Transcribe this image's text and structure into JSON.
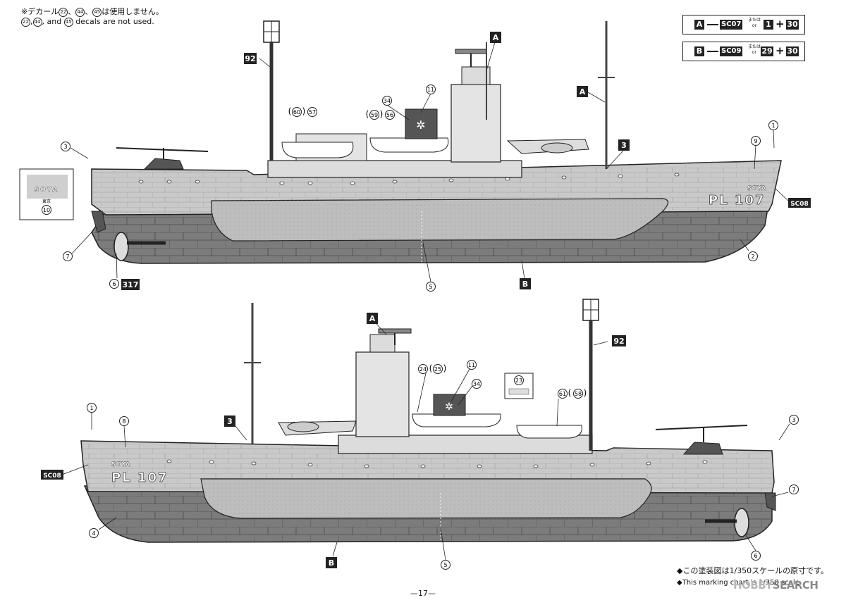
{
  "note": {
    "ja_prefix": "※デカール",
    "ja_num1": "22",
    "ja_sep": "、",
    "ja_num2": "44",
    "ja_sep2": "、",
    "ja_num3": "45",
    "ja_suffix": "は使用しません。",
    "en_num1": "22",
    "en_comma": ",",
    "en_num2": "44",
    "en_and": ", and",
    "en_num3": "45",
    "en_suffix": "decals are not used."
  },
  "legend": [
    {
      "letter": "A",
      "code": "SC07",
      "or_ja": "または",
      "or_en": "or",
      "n1": "1",
      "plus": "+",
      "n2": "30"
    },
    {
      "letter": "B",
      "code": "SC09",
      "or_ja": "または",
      "or_en": "or",
      "n1": "29",
      "plus": "+",
      "n2": "30"
    }
  ],
  "top_ship": {
    "hull_number": "PL 107",
    "name": "SOYA",
    "inset_name": "SOYA",
    "inset_sub": "東京",
    "labels": {
      "l3": "3",
      "l1": "1",
      "l9": "9",
      "l10": "10",
      "l7": "7",
      "l6": "6",
      "l5": "5",
      "l2": "2",
      "l34": "34",
      "l11": "11",
      "l60": "60",
      "l57": "57",
      "l59": "59",
      "l56": "56",
      "bigA1": "A",
      "bigA2": "A",
      "big3": "3",
      "big92": "92",
      "bigB": "B",
      "sc08": "SC08",
      "n317": "317"
    }
  },
  "bottom_ship": {
    "hull_number": "PL 107",
    "name": "SOYA",
    "labels": {
      "l1": "1",
      "l8": "8",
      "l4": "4",
      "l5": "5",
      "l6": "6",
      "l7": "7",
      "l3": "3",
      "l24": "24",
      "l25": "25",
      "l11": "11",
      "l34": "34",
      "l23": "23",
      "l61": "61",
      "l58": "58",
      "bigA": "A",
      "big3": "3",
      "big92": "92",
      "bigB": "B",
      "sc08": "SC08"
    }
  },
  "footnote": {
    "line1": "◆この塗装図は1/350スケールの原寸です。",
    "line2": "◆This marking chart is 1/350 scale."
  },
  "page_number": "—17—",
  "watermark": {
    "part1": "HOBBY",
    "part2": "SEARCH"
  }
}
